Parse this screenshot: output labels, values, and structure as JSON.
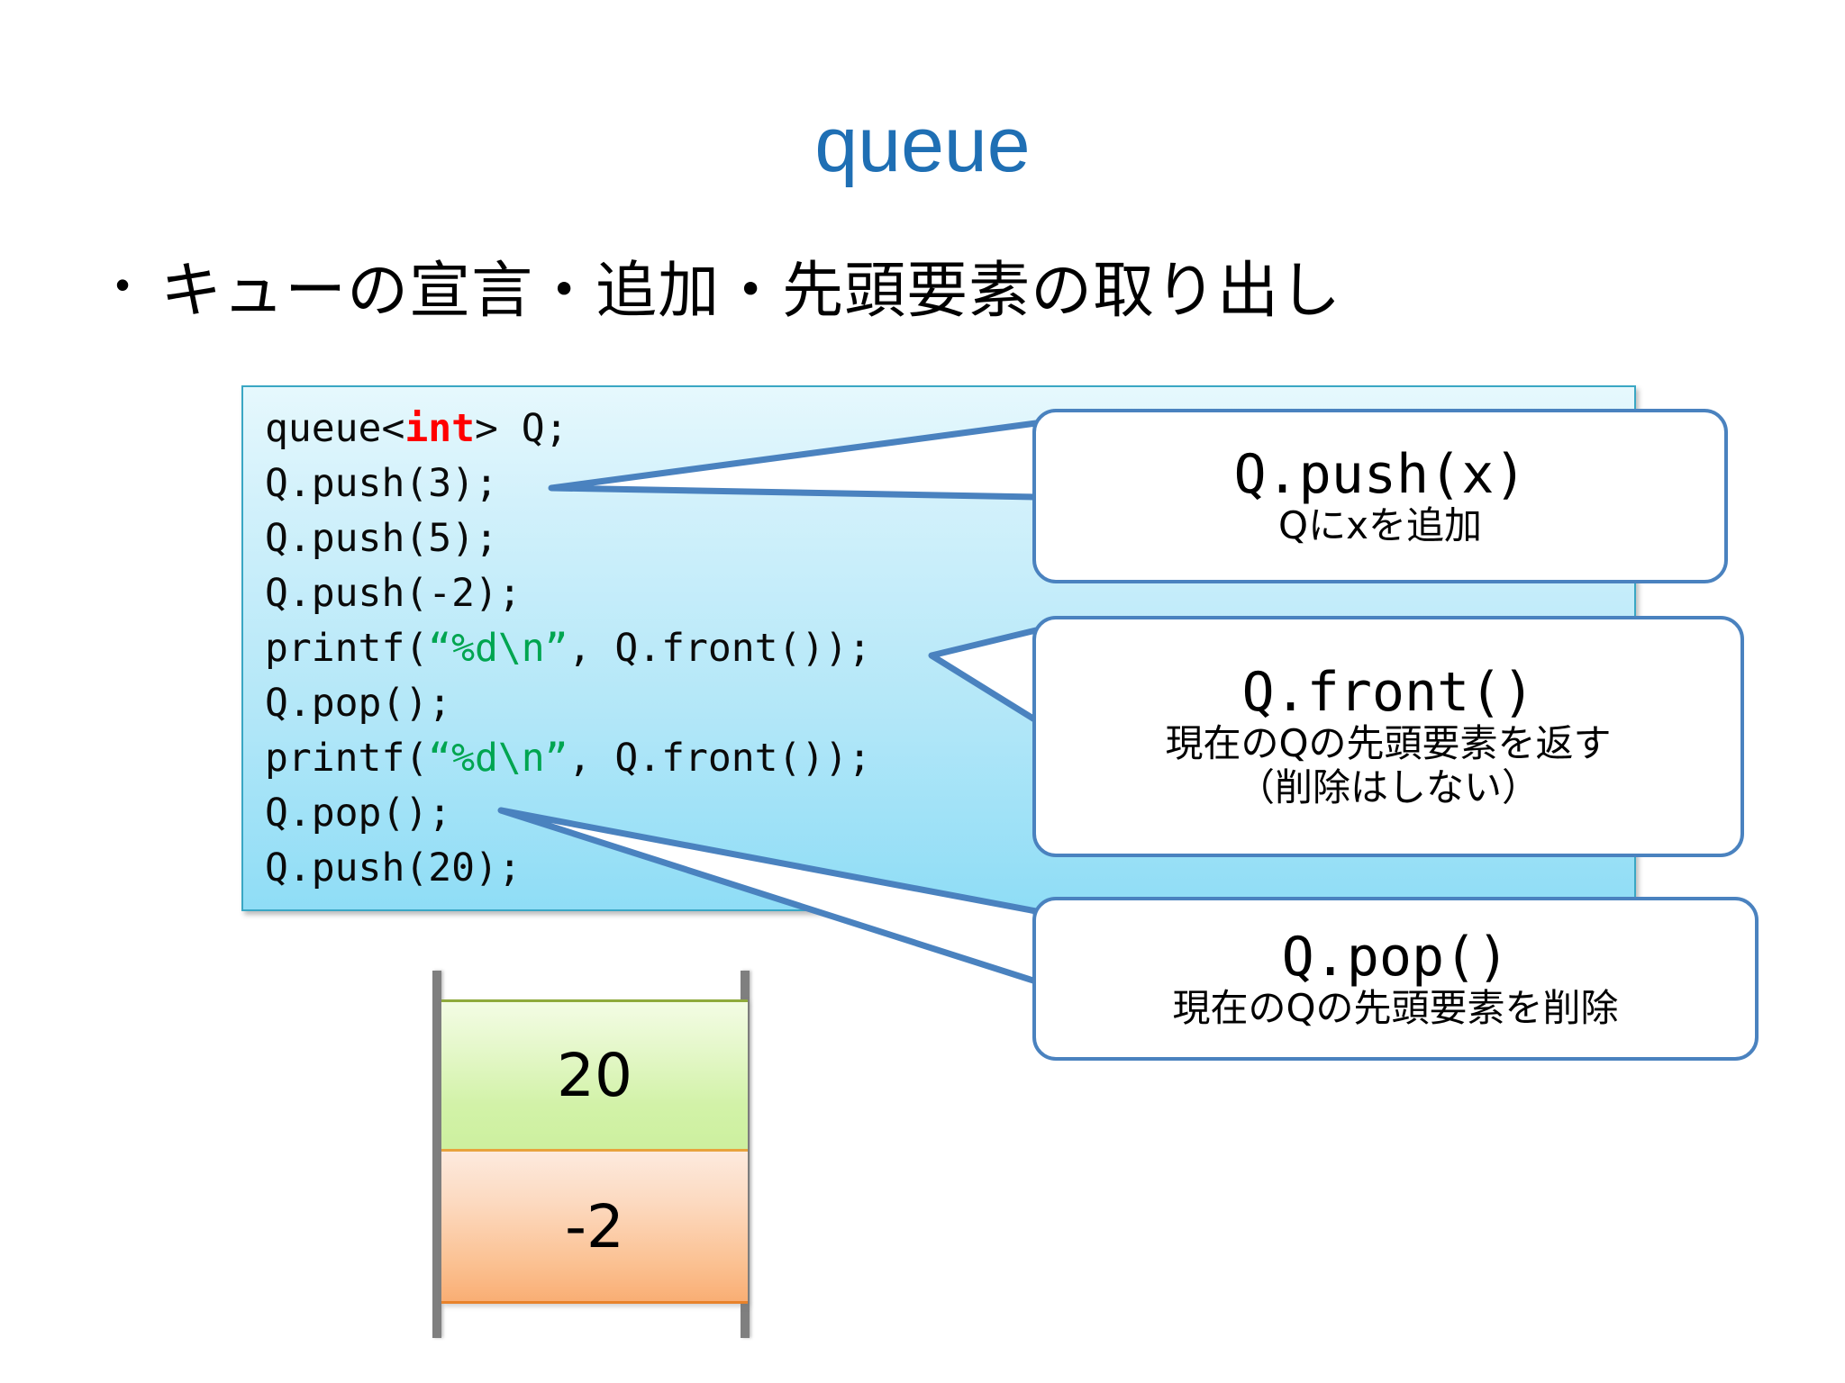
{
  "slide": {
    "title": "queue",
    "title_color": "#1f6fb4",
    "bullet_marker": "•",
    "bullet_text": "キューの宣言・追加・先頭要素の取り出し"
  },
  "code_block": {
    "language": "cpp",
    "lines": [
      {
        "segments": [
          {
            "t": "queue<",
            "c": "plain"
          },
          {
            "t": "int",
            "c": "keyword"
          },
          {
            "t": "> Q;",
            "c": "plain"
          }
        ]
      },
      {
        "segments": [
          {
            "t": "Q.push(3);",
            "c": "plain"
          }
        ]
      },
      {
        "segments": [
          {
            "t": "Q.push(5);",
            "c": "plain"
          }
        ]
      },
      {
        "segments": [
          {
            "t": "Q.push(-2);",
            "c": "plain"
          }
        ]
      },
      {
        "segments": [
          {
            "t": "printf(",
            "c": "plain"
          },
          {
            "t": "“%d\\n”",
            "c": "string"
          },
          {
            "t": ", Q.front());",
            "c": "plain"
          }
        ]
      },
      {
        "segments": [
          {
            "t": "Q.pop();",
            "c": "plain"
          }
        ]
      },
      {
        "segments": [
          {
            "t": "printf(",
            "c": "plain"
          },
          {
            "t": "“%d\\n”",
            "c": "string"
          },
          {
            "t": ", Q.front());",
            "c": "plain"
          }
        ]
      },
      {
        "segments": [
          {
            "t": "Q.pop();",
            "c": "plain"
          }
        ]
      },
      {
        "segments": [
          {
            "t": "Q.push(20);",
            "c": "plain"
          }
        ]
      }
    ],
    "colors": {
      "keyword": "#ff0000",
      "string": "#00a550",
      "plain": "#0a0a0a",
      "border": "#3aa7c4"
    }
  },
  "callouts": [
    {
      "id": "push",
      "title": "Q.push(x)",
      "desc_lines": [
        "Qにxを追加"
      ]
    },
    {
      "id": "front",
      "title": "Q.front()",
      "desc_lines": [
        "現在のQの先頭要素を返す",
        "（削除はしない）"
      ]
    },
    {
      "id": "pop",
      "title": "Q.pop()",
      "desc_lines": [
        "現在のQの先頭要素を削除"
      ]
    }
  ],
  "queue_diagram": {
    "cells": [
      {
        "value": "20",
        "color": "#d2f2a8"
      },
      {
        "value": "-2",
        "color": "#fbc192"
      }
    ],
    "rail_color": "#7f7f7f"
  }
}
